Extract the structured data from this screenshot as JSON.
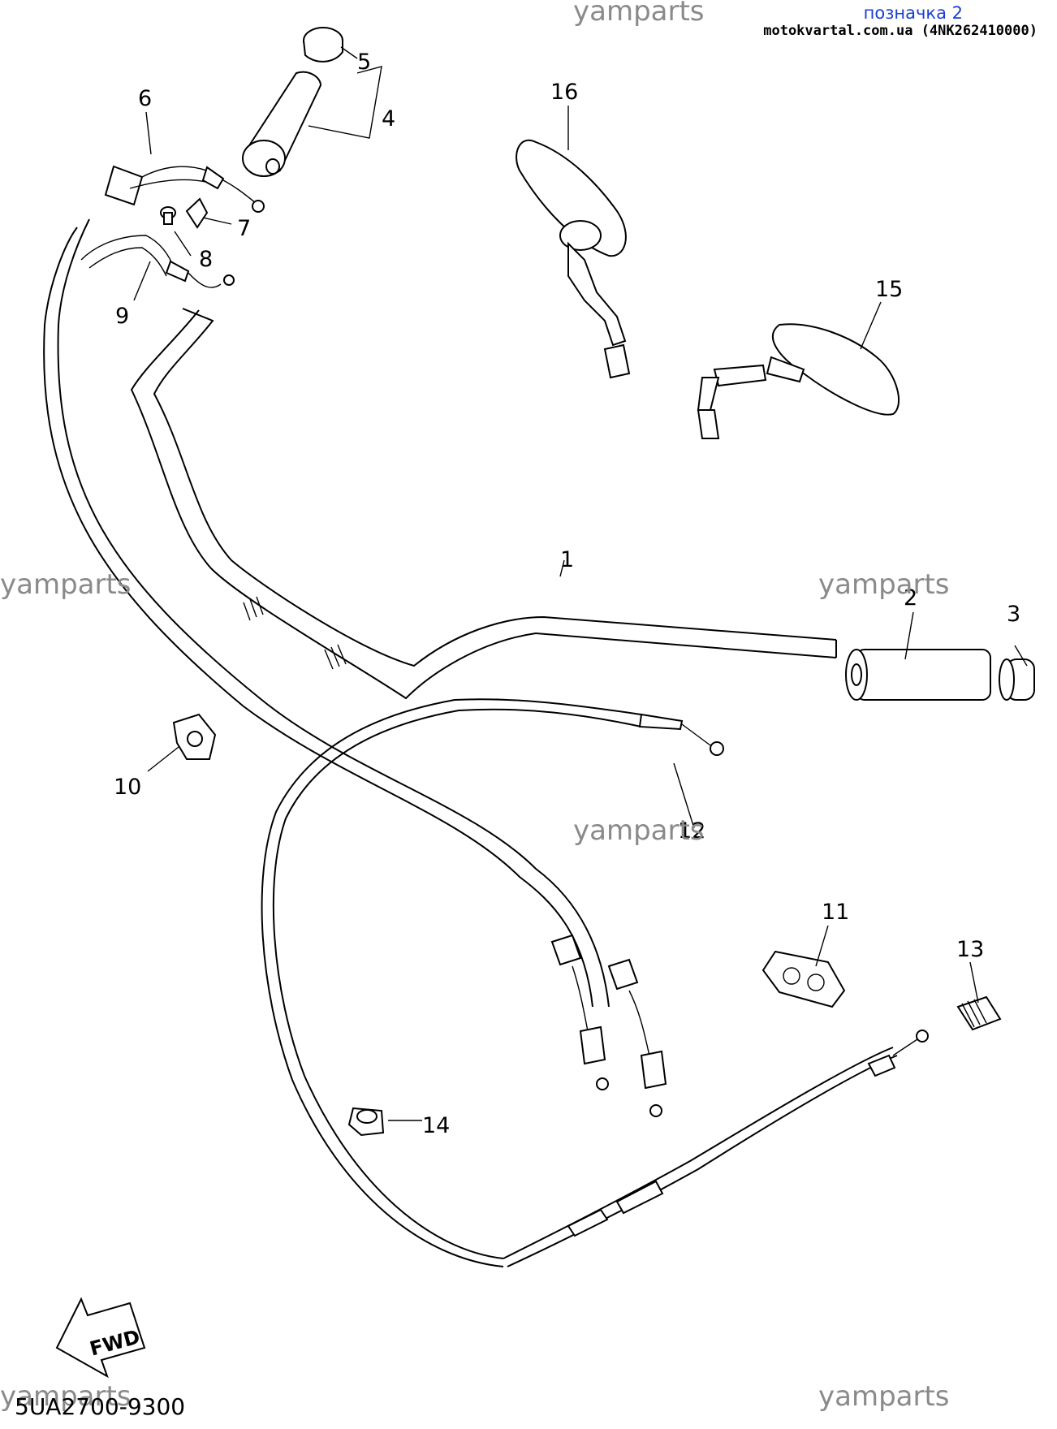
{
  "page": {
    "watermark_text": "yamparts",
    "badge_label": "позначка 2",
    "badge_source": "motokvartal.com.ua (4NK262410000)",
    "diagram_code": "5UA2700-9300",
    "fwd_label": "FWD"
  },
  "callouts": [
    "1",
    "2",
    "3",
    "4",
    "5",
    "6",
    "7",
    "8",
    "9",
    "10",
    "11",
    "12",
    "13",
    "14",
    "15",
    "16"
  ]
}
